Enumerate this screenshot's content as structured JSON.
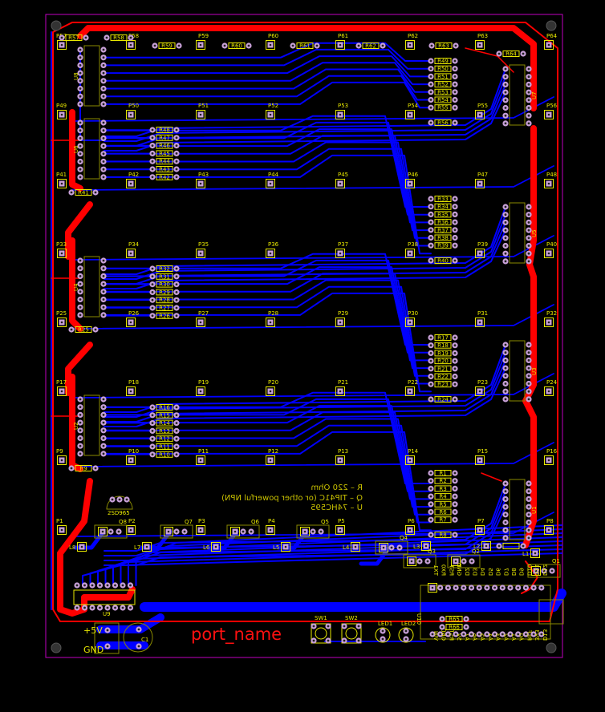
{
  "colors": {
    "background": "#000000",
    "outline": "#c000c0",
    "top_copper": "#ff0000",
    "bottom_copper": "#0000ff",
    "silkscreen": "#e8e800",
    "pad": "#c8a0d8"
  },
  "pad_rows": [
    [
      "P57",
      "P58",
      "P59",
      "P60",
      "P61",
      "P62",
      "P63",
      "P64"
    ],
    [
      "P49",
      "P50",
      "P51",
      "P52",
      "P53",
      "P54",
      "P55",
      "P56"
    ],
    [
      "P41",
      "P42",
      "P43",
      "P44",
      "P45",
      "P46",
      "P47",
      "P48"
    ],
    [
      "P33",
      "P34",
      "P35",
      "P36",
      "P37",
      "P38",
      "P39",
      "P40"
    ],
    [
      "P25",
      "P26",
      "P27",
      "P28",
      "P29",
      "P30",
      "P31",
      "P32"
    ],
    [
      "P17",
      "P18",
      "P19",
      "P20",
      "P21",
      "P22",
      "P23",
      "P24"
    ],
    [
      "P9",
      "P10",
      "P11",
      "P12",
      "P13",
      "P14",
      "P15",
      "P16"
    ],
    [
      "P1",
      "P2",
      "P3",
      "P4",
      "P5",
      "P6",
      "P7",
      "P8"
    ]
  ],
  "top_resistors": [
    "R57",
    "R58",
    "R59",
    "R60",
    "R61",
    "R62",
    "R63",
    "R64"
  ],
  "left_ics": [
    "U8",
    "U6",
    "U4",
    "U2"
  ],
  "right_ics": [
    "U7",
    "U5",
    "U3",
    "U1"
  ],
  "left_resistor_banks": [
    {
      "bank": [
        "R48",
        "R47",
        "R46",
        "R45",
        "R44",
        "R43",
        "R42"
      ],
      "single": "R41"
    },
    {
      "bank": [
        "R32",
        "R31",
        "R30",
        "R29",
        "R28",
        "R27",
        "R26"
      ],
      "single": "R25"
    },
    {
      "bank": [
        "R16",
        "R15",
        "R14",
        "R13",
        "R12",
        "R11",
        "R10"
      ],
      "single": "R9"
    }
  ],
  "right_resistor_banks": [
    {
      "bank": [
        "R49",
        "R50",
        "R51",
        "R52",
        "R53",
        "R54",
        "R55"
      ],
      "single": "R56"
    },
    {
      "bank": [
        "R33",
        "R34",
        "R35",
        "R36",
        "R37",
        "R38",
        "R39"
      ],
      "single": "R40"
    },
    {
      "bank": [
        "R17",
        "R18",
        "R19",
        "R20",
        "R21",
        "R22",
        "R23"
      ],
      "single": "R24"
    },
    {
      "bank": [
        "R1",
        "R2",
        "R3",
        "R4",
        "R5",
        "R6",
        "R7"
      ],
      "single": "R8"
    }
  ],
  "transistors": [
    "Q8",
    "Q7",
    "Q6",
    "Q5",
    "Q4",
    "Q3",
    "Q2",
    "Q1"
  ],
  "leds_pads": [
    "L8",
    "L7",
    "L6",
    "L5",
    "L4",
    "L3",
    "L2",
    "L1"
  ],
  "legend": [
    "R – 220 Ohm",
    "Q – TIP41C (or other powerful NPN)",
    "U – 74HC595"
  ],
  "transistor_small": "2SD965",
  "shift_register_bottom": "U9",
  "power": {
    "plus": "+5V",
    "gnd": "GND",
    "capacitor": "C1"
  },
  "port_name": "port_name",
  "switches": [
    "SW1",
    "SW2"
  ],
  "leds": [
    "LED1",
    "LED2"
  ],
  "mcu": {
    "label": "U10",
    "extra_resistors": [
      "R65",
      "R66"
    ],
    "top_pins": [
      "TX1",
      "RX0",
      "RST",
      "GND",
      "D2",
      "D3",
      "D4",
      "D5",
      "D6",
      "D7",
      "D8",
      "D9",
      "D10",
      "D11",
      "D12"
    ],
    "bottom_pins": [
      "VIN",
      "GND",
      "RST",
      "5V",
      "A7",
      "A6",
      "A5",
      "A4",
      "A3",
      "A2",
      "A1",
      "A0",
      "REF",
      "3V3",
      "D13"
    ]
  }
}
